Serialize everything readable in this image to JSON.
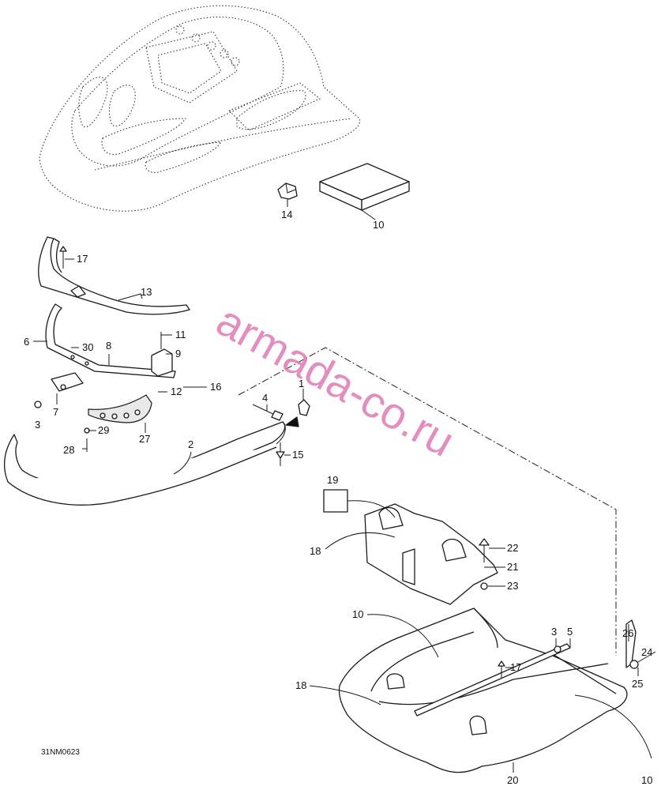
{
  "watermark": "armada-co.ru",
  "drawing_code": "31NM0623",
  "colors": {
    "watermark": "#e07bb4",
    "line": "#1a1a1a"
  },
  "callouts": [
    {
      "id": "c14",
      "text": "14"
    },
    {
      "id": "c10a",
      "text": "10"
    },
    {
      "id": "c17a",
      "text": "17"
    },
    {
      "id": "c13",
      "text": "13"
    },
    {
      "id": "c11",
      "text": "11"
    },
    {
      "id": "c6",
      "text": "6"
    },
    {
      "id": "c30",
      "text": "30"
    },
    {
      "id": "c8",
      "text": "8"
    },
    {
      "id": "c9",
      "text": "9"
    },
    {
      "id": "c16",
      "text": "16"
    },
    {
      "id": "c12",
      "text": "12"
    },
    {
      "id": "c4",
      "text": "4"
    },
    {
      "id": "c1",
      "text": "1"
    },
    {
      "id": "c7",
      "text": "7"
    },
    {
      "id": "c3a",
      "text": "3"
    },
    {
      "id": "c29",
      "text": "29"
    },
    {
      "id": "c27",
      "text": "27"
    },
    {
      "id": "c2",
      "text": "2"
    },
    {
      "id": "c28",
      "text": "28"
    },
    {
      "id": "c15",
      "text": "15"
    },
    {
      "id": "c19",
      "text": "19"
    },
    {
      "id": "c18a",
      "text": "18"
    },
    {
      "id": "c22",
      "text": "22"
    },
    {
      "id": "c21",
      "text": "21"
    },
    {
      "id": "c23",
      "text": "23"
    },
    {
      "id": "c10b",
      "text": "10"
    },
    {
      "id": "c26",
      "text": "26"
    },
    {
      "id": "c3b",
      "text": "3"
    },
    {
      "id": "c5",
      "text": "5"
    },
    {
      "id": "c24",
      "text": "24"
    },
    {
      "id": "c17b",
      "text": "17"
    },
    {
      "id": "c25",
      "text": "25"
    },
    {
      "id": "c18b",
      "text": "18"
    },
    {
      "id": "c20",
      "text": "20"
    },
    {
      "id": "c10c",
      "text": "10"
    }
  ]
}
